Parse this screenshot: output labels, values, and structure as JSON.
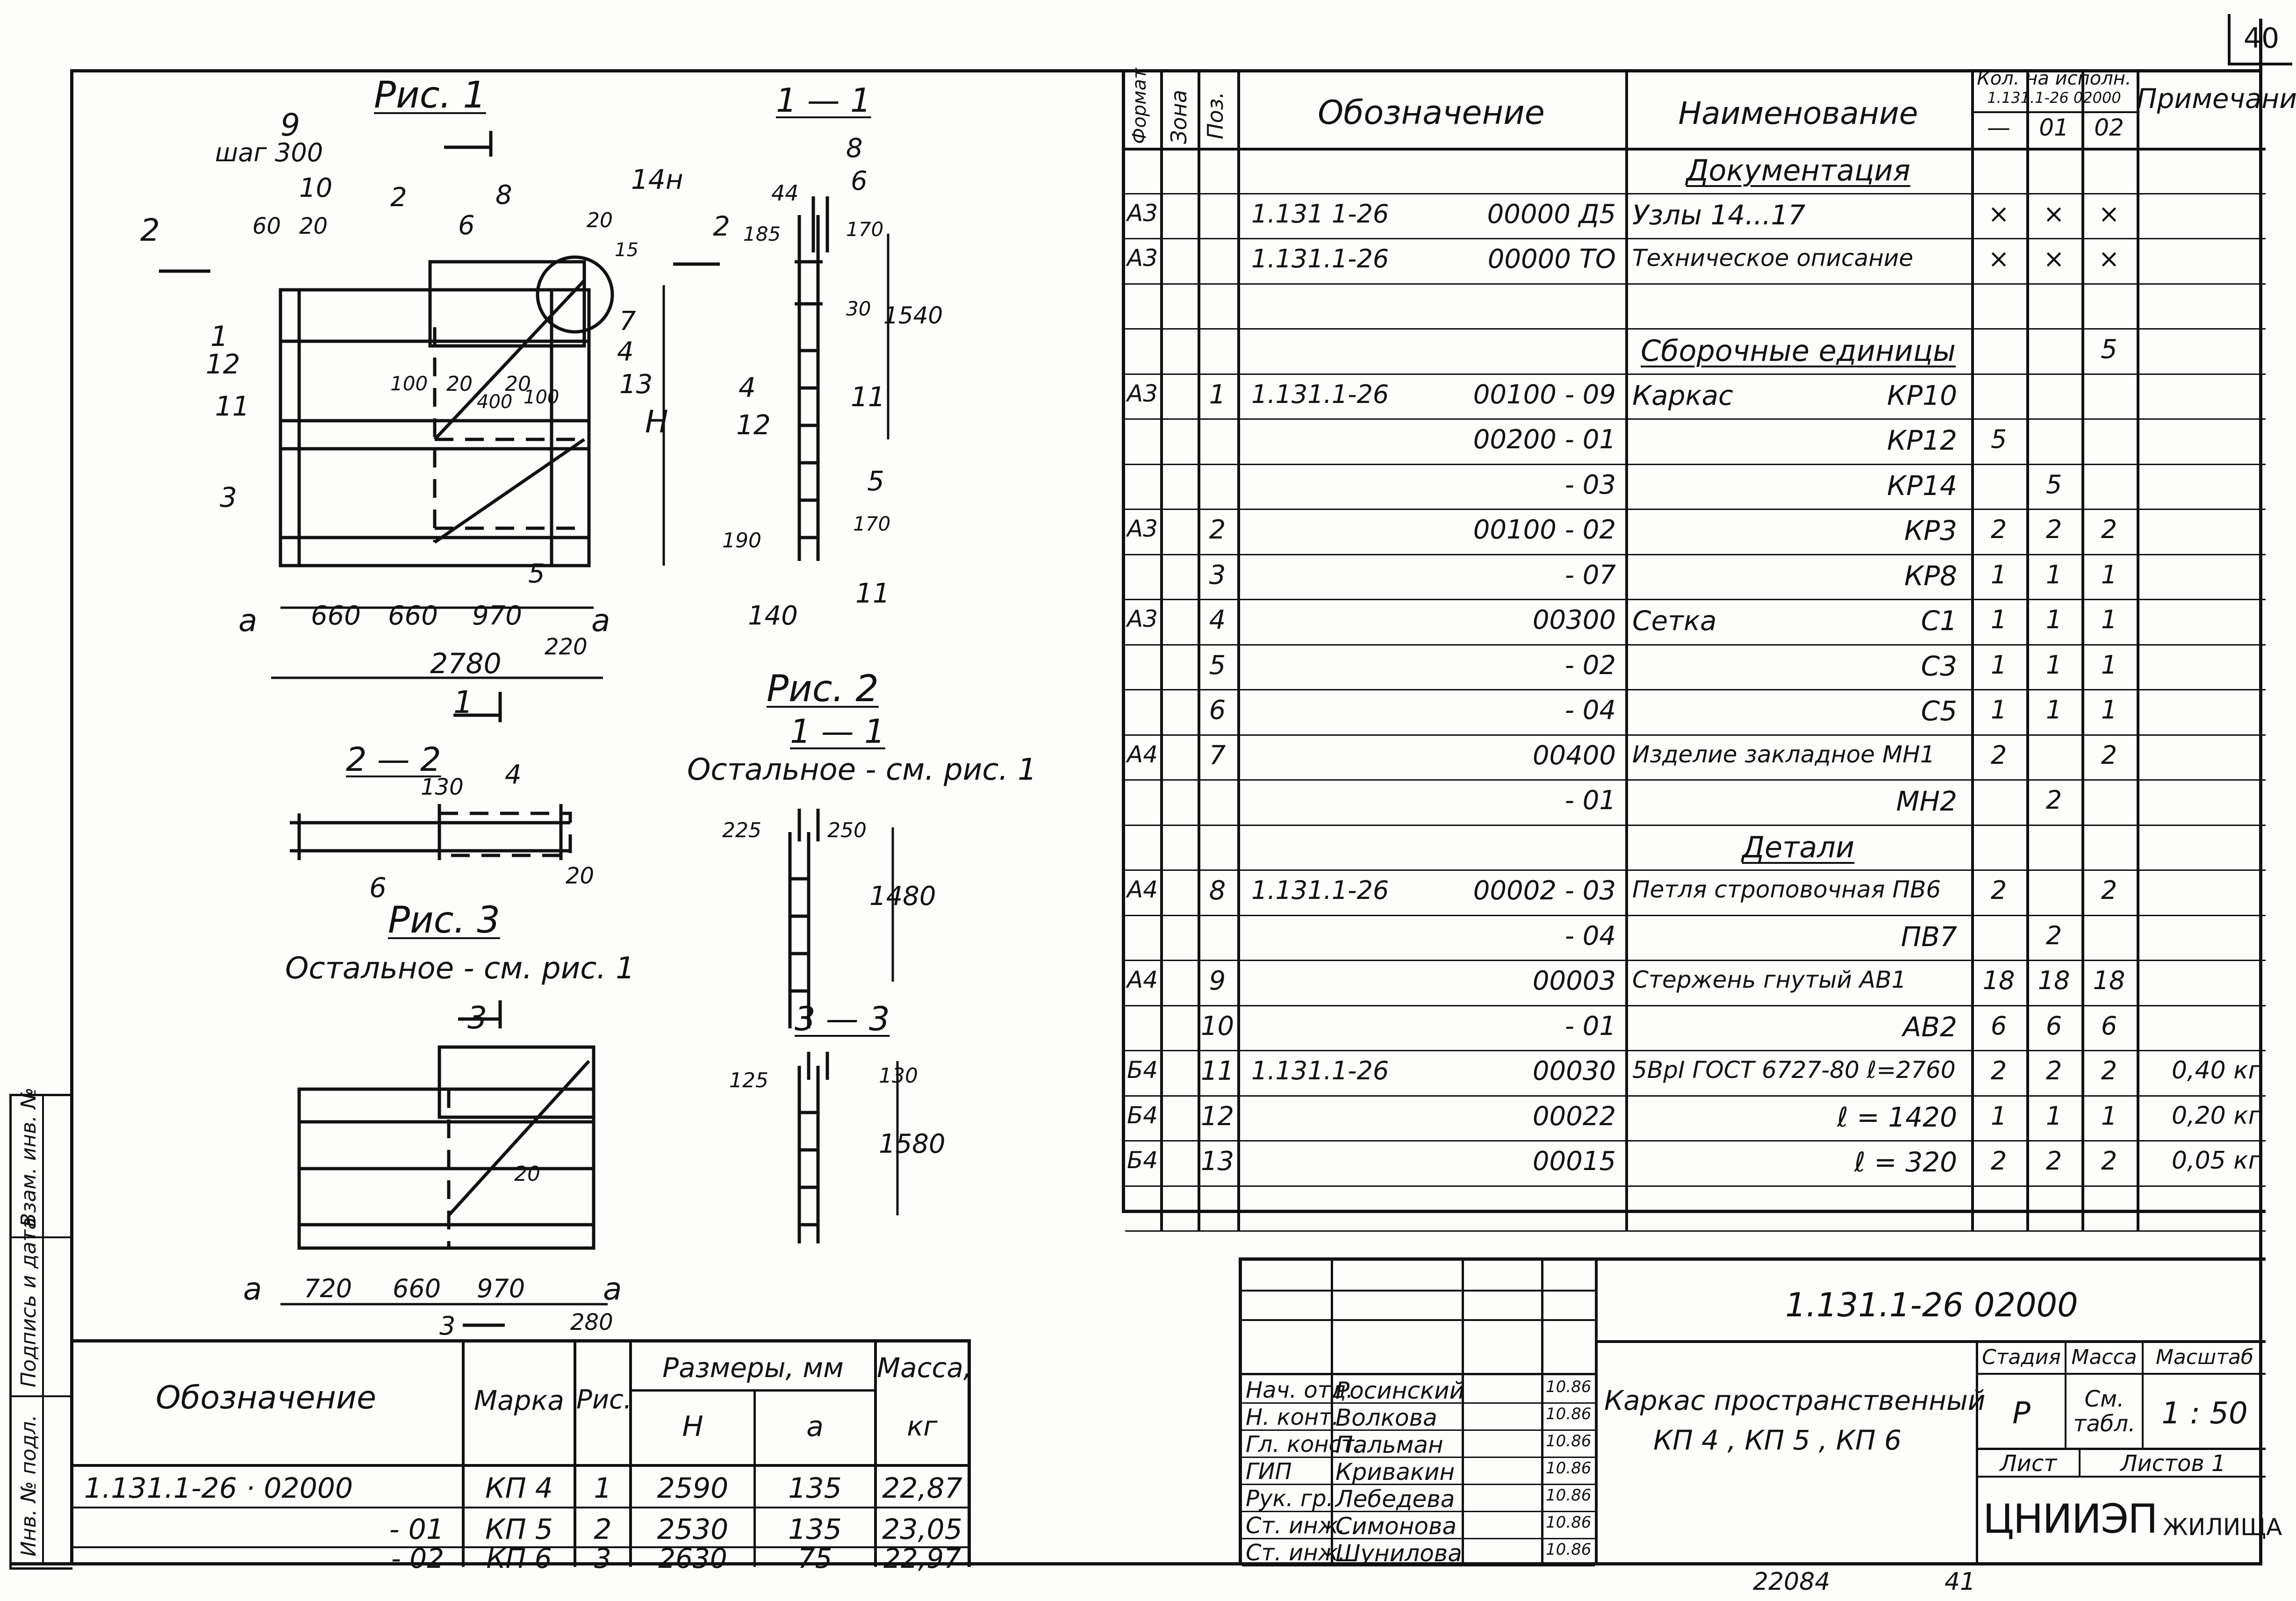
{
  "sheet_number": "40",
  "drawing_labels": {
    "fig1_title": "Рис. 1",
    "fig2_title": "Рис. 2",
    "fig3_title": "Рис. 3",
    "fig2_note": "Остальное - см. рис. 1",
    "fig3_note": "Остальное - см. рис. 1",
    "fig2_section": "1 — 1",
    "sec11": "1 — 1",
    "sec22": "2 — 2",
    "sec33": "3 — 3",
    "fig1_marks": [
      "9",
      "шаг 300",
      "10",
      "60",
      "20",
      "2",
      "8",
      "6",
      "14н",
      "20",
      "15",
      "2",
      "7",
      "4",
      "13",
      "1",
      "12",
      "11",
      "3",
      "100",
      "20",
      "20",
      "100",
      "400",
      "5",
      "H",
      "a",
      "660",
      "660",
      "970",
      "a",
      "2780",
      "220",
      "2"
    ],
    "sec11_marks": [
      "8",
      "44",
      "6",
      "185",
      "170",
      "30",
      "1540",
      "4",
      "12",
      "11",
      "5",
      "170",
      "190",
      "140",
      "11"
    ],
    "sec22_marks": [
      "130",
      "4",
      "6",
      "20",
      "1"
    ],
    "fig2_marks": [
      "225",
      "250",
      "1480"
    ],
    "fig3_marks": [
      "3",
      "20",
      "a",
      "720",
      "660",
      "970",
      "a",
      "3",
      "280"
    ],
    "sec33_marks": [
      "125",
      "130",
      "1580"
    ]
  },
  "variant_table": {
    "headers": {
      "designation": "Обозначение",
      "mark": "Марка",
      "fig": "Рис.",
      "sizes": "Размеры, мм",
      "H": "H",
      "a": "a",
      "mass": "Масса,",
      "mass_unit": "кг"
    },
    "rows": [
      {
        "designation": "1.131.1-26 · 02000",
        "mark": "КП 4",
        "fig": "1",
        "H": "2590",
        "a": "135",
        "mass": "22,87"
      },
      {
        "designation": "- 01",
        "mark": "КП 5",
        "fig": "2",
        "H": "2530",
        "a": "135",
        "mass": "23,05"
      },
      {
        "designation": "- 02",
        "mark": "КП 6",
        "fig": "3",
        "H": "2630",
        "a": "75",
        "mass": "22,97"
      }
    ]
  },
  "spec": {
    "headers": {
      "format": "Формат",
      "zone": "Зона",
      "pos": "Поз.",
      "designation": "Обозначение",
      "name": "Наименование",
      "qty_title": "Кол. на исполн.",
      "qty_sub": "1.131.1-26 02000",
      "qty_cols": [
        "—",
        "01",
        "02"
      ],
      "note": "Примечание"
    },
    "rows": [
      {
        "type": "section",
        "name": "Документация"
      },
      {
        "fmt": "А3",
        "pos": "",
        "code": "1.131 1-26",
        "num": "00000 Д5",
        "name_l": "Узлы 14...17",
        "name_r": "",
        "q0": "×",
        "q1": "×",
        "q2": "×",
        "note": ""
      },
      {
        "fmt": "А3",
        "pos": "",
        "code": "1.131.1-26",
        "num": "00000 ТО",
        "name_l": "Техническое описание",
        "name_r": "",
        "q0": "×",
        "q1": "×",
        "q2": "×",
        "note": ""
      },
      {
        "fmt": "",
        "pos": "",
        "code": "",
        "num": "",
        "name_l": "",
        "name_r": "",
        "q0": "",
        "q1": "",
        "q2": "",
        "note": ""
      },
      {
        "type": "section",
        "name": "Сборочные единицы",
        "q2": "5"
      },
      {
        "fmt": "А3",
        "pos": "1",
        "code": "1.131.1-26",
        "num": "00100 - 09",
        "name_l": "Каркас",
        "name_r": "КР10",
        "q0": "",
        "q1": "",
        "q2": "",
        "note": ""
      },
      {
        "fmt": "",
        "pos": "",
        "code": "",
        "num": "00200 - 01",
        "name_l": "",
        "name_r": "КР12",
        "q0": "5",
        "q1": "",
        "q2": "",
        "note": ""
      },
      {
        "fmt": "",
        "pos": "",
        "code": "",
        "num": "- 03",
        "name_l": "",
        "name_r": "КР14",
        "q0": "",
        "q1": "5",
        "q2": "",
        "note": ""
      },
      {
        "fmt": "А3",
        "pos": "2",
        "code": "",
        "num": "00100 - 02",
        "name_l": "",
        "name_r": "КР3",
        "q0": "2",
        "q1": "2",
        "q2": "2",
        "note": ""
      },
      {
        "fmt": "",
        "pos": "3",
        "code": "",
        "num": "- 07",
        "name_l": "",
        "name_r": "КР8",
        "q0": "1",
        "q1": "1",
        "q2": "1",
        "note": ""
      },
      {
        "fmt": "А3",
        "pos": "4",
        "code": "",
        "num": "00300",
        "name_l": "Сетка",
        "name_r": "С1",
        "q0": "1",
        "q1": "1",
        "q2": "1",
        "note": ""
      },
      {
        "fmt": "",
        "pos": "5",
        "code": "",
        "num": "- 02",
        "name_l": "",
        "name_r": "С3",
        "q0": "1",
        "q1": "1",
        "q2": "1",
        "note": ""
      },
      {
        "fmt": "",
        "pos": "6",
        "code": "",
        "num": "- 04",
        "name_l": "",
        "name_r": "С5",
        "q0": "1",
        "q1": "1",
        "q2": "1",
        "note": ""
      },
      {
        "fmt": "А4",
        "pos": "7",
        "code": "",
        "num": "00400",
        "name_l": "Изделие закладное МН1",
        "name_r": "",
        "q0": "2",
        "q1": "",
        "q2": "2",
        "note": ""
      },
      {
        "fmt": "",
        "pos": "",
        "code": "",
        "num": "- 01",
        "name_l": "",
        "name_r": "МН2",
        "q0": "",
        "q1": "2",
        "q2": "",
        "note": ""
      },
      {
        "type": "section",
        "name": "Детали"
      },
      {
        "fmt": "А4",
        "pos": "8",
        "code": "1.131.1-26",
        "num": "00002 - 03",
        "name_l": "Петля строповочная ПВ6",
        "name_r": "",
        "q0": "2",
        "q1": "",
        "q2": "2",
        "note": ""
      },
      {
        "fmt": "",
        "pos": "",
        "code": "",
        "num": "- 04",
        "name_l": "",
        "name_r": "ПВ7",
        "q0": "",
        "q1": "2",
        "q2": "",
        "note": ""
      },
      {
        "fmt": "А4",
        "pos": "9",
        "code": "",
        "num": "00003",
        "name_l": "Стержень гнутый АВ1",
        "name_r": "",
        "q0": "18",
        "q1": "18",
        "q2": "18",
        "note": ""
      },
      {
        "fmt": "",
        "pos": "10",
        "code": "",
        "num": "- 01",
        "name_l": "",
        "name_r": "АВ2",
        "q0": "6",
        "q1": "6",
        "q2": "6",
        "note": ""
      },
      {
        "fmt": "Б4",
        "pos": "11",
        "code": "1.131.1-26",
        "num": "00030",
        "name_l": "5ВрI ГОСТ 6727-80 ℓ=2760",
        "name_r": "",
        "q0": "2",
        "q1": "2",
        "q2": "2",
        "note": "0,40 кг"
      },
      {
        "fmt": "Б4",
        "pos": "12",
        "code": "",
        "num": "00022",
        "name_l": "",
        "name_r": "ℓ = 1420",
        "q0": "1",
        "q1": "1",
        "q2": "1",
        "note": "0,20 кг"
      },
      {
        "fmt": "Б4",
        "pos": "13",
        "code": "",
        "num": "00015",
        "name_l": "",
        "name_r": "ℓ = 320",
        "q0": "2",
        "q1": "2",
        "q2": "2",
        "note": "0,05 кг"
      },
      {
        "fmt": "",
        "pos": "",
        "code": "",
        "num": "",
        "name_l": "",
        "name_r": "",
        "q0": "",
        "q1": "",
        "q2": "",
        "note": ""
      }
    ]
  },
  "title_block": {
    "doc_code": "1.131.1-26   02000",
    "title_line1": "Каркас пространственный",
    "title_line2": "КП 4 , КП 5 , КП 6",
    "stage_label": "Стадия",
    "mass_label": "Масса",
    "scale_label": "Масштаб",
    "stage": "Р",
    "mass": "См. табл.",
    "scale": "1 : 50",
    "sheet_label": "Лист",
    "sheets_label": "Листов 1",
    "org_a": "ЦНИИЭП",
    "org_b": "ЖИЛИЩА",
    "people": [
      {
        "role": "Нач. отд.",
        "name": "Росинский",
        "date": "10.86"
      },
      {
        "role": "Н. конт.",
        "name": "Волкова",
        "date": "10.86"
      },
      {
        "role": "Гл. конст.",
        "name": "Пальман",
        "date": "10.86"
      },
      {
        "role": "ГИП",
        "name": "Кривакин",
        "date": "10.86"
      },
      {
        "role": "Рук. гр.",
        "name": "Лебедева",
        "date": "10.86"
      },
      {
        "role": "Ст. инж.",
        "name": "Симонова",
        "date": "10.86"
      },
      {
        "role": "Ст. инж.",
        "name": "Шунилова",
        "date": "10.86"
      }
    ]
  },
  "side_strip": {
    "inv_orig": "Инв. № подл.",
    "sign_date": "Подпись и дата",
    "inv_repl": "Взам. инв. №"
  },
  "footer": {
    "archive_no": "22084",
    "page_no": "41"
  }
}
